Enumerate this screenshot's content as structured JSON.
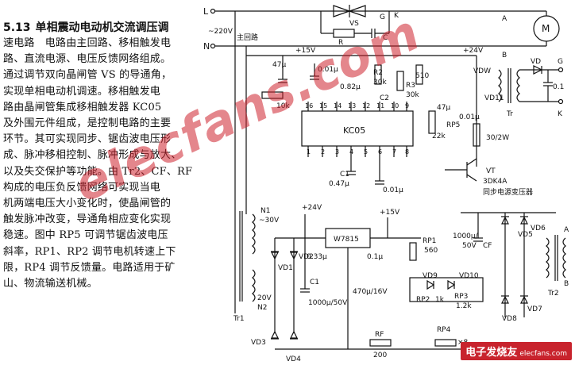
{
  "article": {
    "section_number": "5.13",
    "heading": "单相震动电动机交流调压调",
    "lines": [
      "速电路　电路由主回路、移相触发电",
      "路、直流电源、电压反馈网络组成。",
      "通过调节双向晶闸管 VS 的导通角，",
      "实现单相电动机调速。移相触发电",
      "路由晶闸管集成移相触发器 KC05",
      "及外围元件组成，是控制电路的主要",
      "环节。其可实现同步、锯齿波电压形",
      "成、脉冲移相控制、脉冲形成与放大、",
      "以及失交保护等功能。由 Tr2、CF、RF",
      "构成的电压负反馈网络可实现当电",
      "机两端电压大小变化时，使晶闸管的",
      "触发脉冲改变，导通角相应变化实现",
      "稳速。图中 RP5 可调节锯齿波电压",
      "斜率，RP1、RP2 调节电机转速上下",
      "限，RP4 调节反馈量。电路适用于矿",
      "山、物流输送机械。"
    ]
  },
  "schematic": {
    "labels": {
      "L": "L",
      "N": "N",
      "mains": "~220V",
      "main_loop": "主回路",
      "vs": "VS",
      "g": "G",
      "k": "K",
      "r": "R",
      "c": "C",
      "a": "A",
      "b": "B",
      "motor": "M",
      "plus15_top": "+15V",
      "plus24_top": "+24V",
      "c47": "47μ",
      "c001a": "0.01μ",
      "c082": "0.82μ",
      "r2": "R2",
      "r2v": "30k",
      "r3": "R3",
      "r3v": "30k",
      "r510": "510",
      "c2": "C2",
      "c47b": "47μ",
      "c001b": "0.01μ",
      "rp5": "RP5",
      "rp5v": "22k",
      "r10k": "10k",
      "kc05": "KC05",
      "pin16": "16",
      "pin15": "15",
      "pin14": "14",
      "pin13": "13",
      "pin12": "12",
      "pin11": "11",
      "pin10": "10",
      "pin9": "9",
      "pin1": "1",
      "pin2": "2",
      "pin3": "3",
      "pin4": "4",
      "pin5": "5",
      "pin6": "6",
      "pin7": "7",
      "pin8": "8",
      "c1": "C1",
      "c1v": "0.47μ",
      "c001c": "0.01μ",
      "vdw": "VDW",
      "vd11": "VD11",
      "vd": "VD",
      "tr1": "Tr",
      "g2": "G",
      "k2": "K",
      "c01": "0.1",
      "r30": "30/2W",
      "vt": "VT",
      "vtmodel": "3DK4A",
      "sync": "同步电源变压器",
      "n1": "N1",
      "n1v": "~30V",
      "plus24b": "+24V",
      "plus15b": "+15V",
      "w7815": "W7815",
      "vd1": "VD1",
      "vd2": "VD2",
      "n2v": "20V",
      "n2": "N2",
      "c1b": "C1",
      "c1bv": "1000μ/50V",
      "c033": "0.33μ",
      "c01b": "0.1μ",
      "c470": "470μ/16V",
      "rp1": "RP1",
      "rp1v": "560",
      "vd9": "VD9",
      "vd10": "VD10",
      "rp2": "RP2",
      "rp2v": "1k",
      "rp3": "RP3",
      "rp3v": "1.2k",
      "cf": "CF",
      "cfv": "1000μ/",
      "cfv2": "50V",
      "vd5": "VD5",
      "vd6": "VD6",
      "vd7": "VD7",
      "vd8": "VD8",
      "tr2": "Tr2",
      "tr1b": "Tr1",
      "vd3": "VD3",
      "vd4": "VD4",
      "rf": "RF",
      "rfv": "200",
      "rp4": "RP4",
      "x8": "×8",
      "k1": "1k",
      "a2": "A",
      "b2": "B"
    }
  },
  "watermark": "elecfans.com",
  "logo": {
    "main": "电子发烧友",
    "sub": "elecfans.com"
  }
}
